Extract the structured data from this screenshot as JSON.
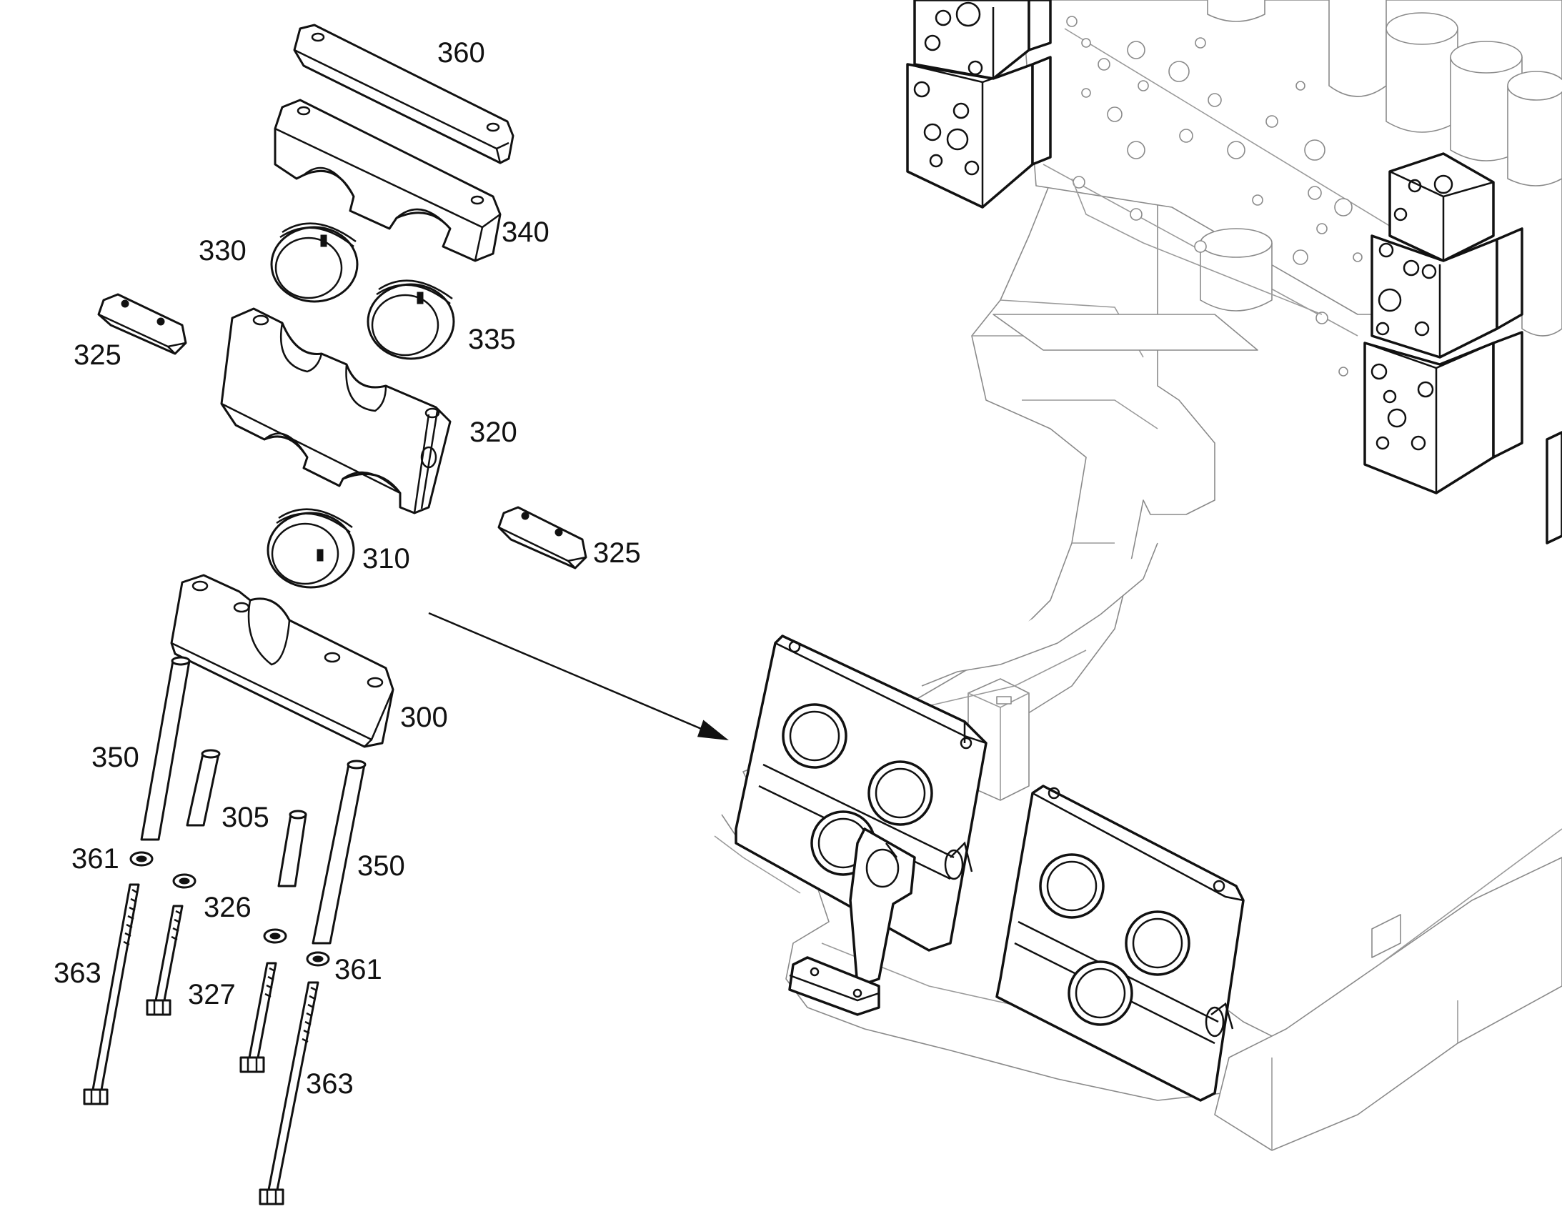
{
  "callouts": [
    {
      "id": "360",
      "text": "360"
    },
    {
      "id": "340",
      "text": "340"
    },
    {
      "id": "330",
      "text": "330"
    },
    {
      "id": "335",
      "text": "335"
    },
    {
      "id": "325a",
      "text": "325"
    },
    {
      "id": "320",
      "text": "320"
    },
    {
      "id": "325b",
      "text": "325"
    },
    {
      "id": "310",
      "text": "310"
    },
    {
      "id": "300",
      "text": "300"
    },
    {
      "id": "350a",
      "text": "350"
    },
    {
      "id": "305",
      "text": "305"
    },
    {
      "id": "350b",
      "text": "350"
    },
    {
      "id": "361a",
      "text": "361"
    },
    {
      "id": "326",
      "text": "326"
    },
    {
      "id": "361b",
      "text": "361"
    },
    {
      "id": "363a",
      "text": "363"
    },
    {
      "id": "327",
      "text": "327"
    },
    {
      "id": "363b",
      "text": "363"
    }
  ],
  "colors": {
    "line": "#111111",
    "background_line": "#8a8a8a",
    "background": "#ffffff"
  }
}
